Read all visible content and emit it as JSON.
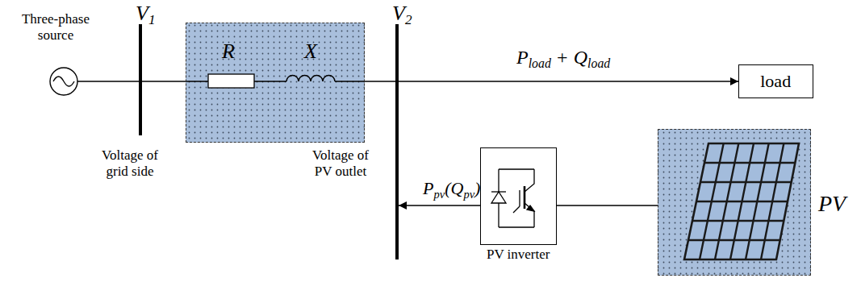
{
  "diagram": {
    "nodes": [
      {
        "text": [
          "R",
          "X"
        ]
      },
      {
        "text": [
          "load"
        ]
      },
      {
        "text": [
          "PV inverter"
        ]
      },
      {
        "text": [
          "PV"
        ]
      }
    ],
    "edges": [
      {
        "from": 0,
        "to": 1,
        "arrow": "to"
      },
      {
        "from": 2,
        "to": 3,
        "arrow": "none"
      }
    ],
    "labels": [
      "Three-phase source",
      "V",
      "1",
      "V",
      "2",
      "Voltage of grid side",
      "Voltage of PV outlet",
      "P",
      "load",
      "+",
      "Q",
      "load",
      "P",
      "pv",
      "(",
      "Q",
      "pv",
      ")"
    ]
  }
}
